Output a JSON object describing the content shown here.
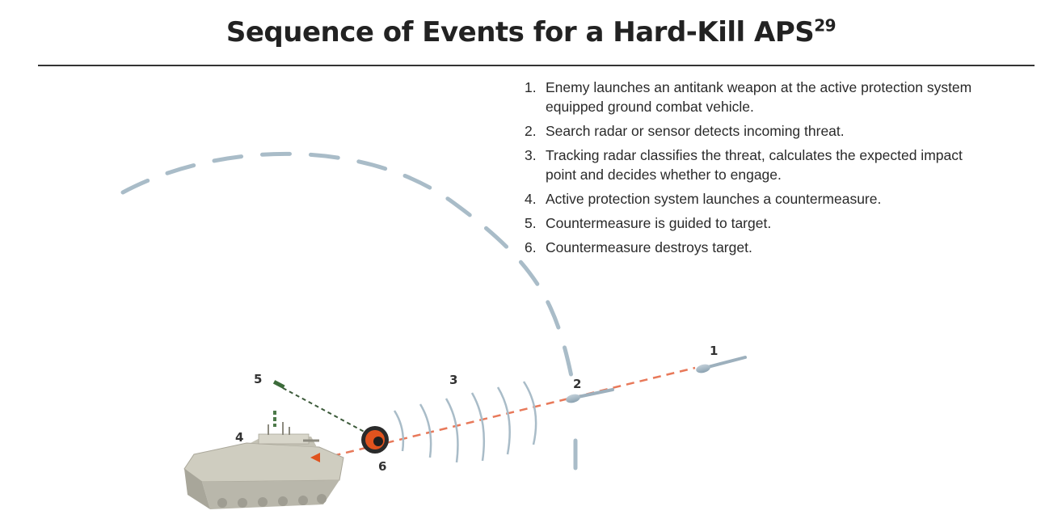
{
  "title": {
    "text": "Sequence of Events for a Hard-Kill APS",
    "superscript": "29"
  },
  "steps": [
    {
      "num": "1.",
      "text": "Enemy launches an antitank weapon at the active protection system equipped ground combat vehicle."
    },
    {
      "num": "2.",
      "text": "Search radar or sensor detects incoming threat."
    },
    {
      "num": "3.",
      "text": "Tracking radar classifies the threat, calculates the expected impact point and decides whether to engage."
    },
    {
      "num": "4.",
      "text": "Active protection system launches a countermeasure."
    },
    {
      "num": "5.",
      "text": "Countermeasure is guided to target."
    },
    {
      "num": "6.",
      "text": "Countermeasure destroys target."
    }
  ],
  "diagram_labels": {
    "l1": "1",
    "l2": "2",
    "l3": "3",
    "l4": "4",
    "l5": "5",
    "l6": "6"
  },
  "colors": {
    "arc": "#a9bcc8",
    "threat_path": "#e8795a",
    "explosion": "#e0531e",
    "vehicle": "#d2d0c3",
    "guidance": "#3c5a3a"
  }
}
